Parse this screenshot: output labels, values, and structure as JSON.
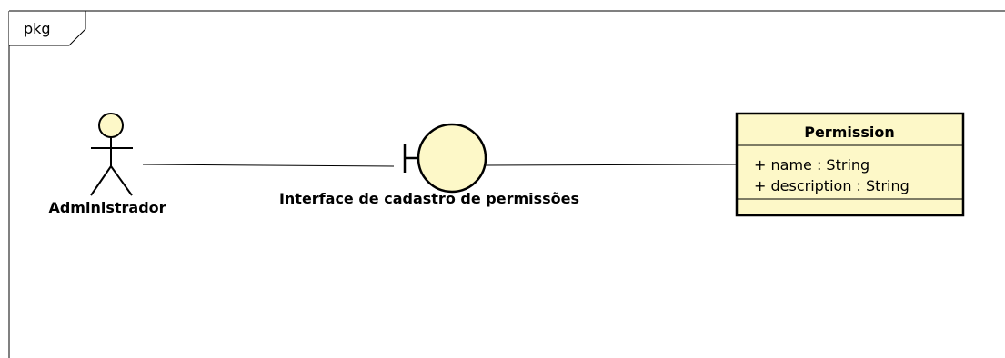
{
  "package": {
    "tag": "pkg"
  },
  "actor": {
    "name": "Administrador"
  },
  "boundary": {
    "name": "Interface de cadastro de permissões"
  },
  "class": {
    "name": "Permission",
    "attributes": [
      "+ name : String",
      "+ description : String"
    ]
  },
  "colors": {
    "element_fill": "#fdf8c8",
    "stroke": "#000000",
    "background": "#ffffff"
  }
}
